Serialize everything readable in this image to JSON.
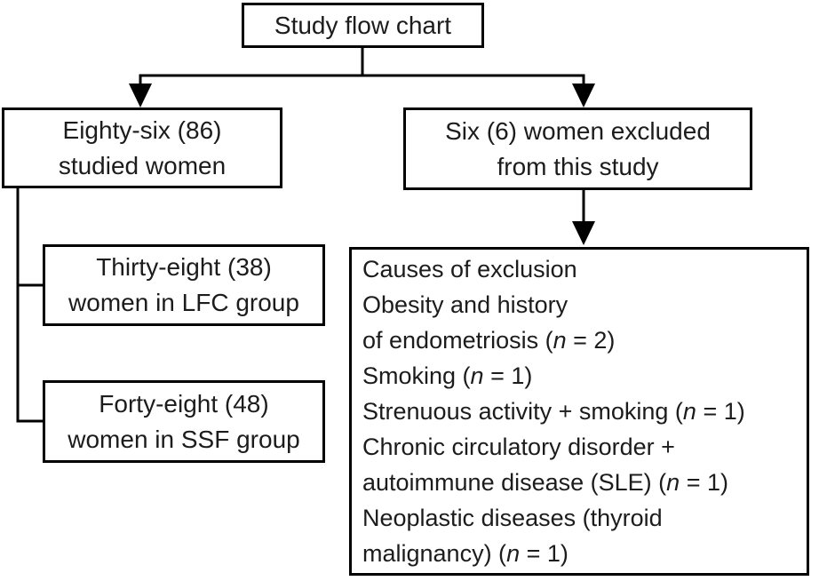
{
  "diagram": {
    "background_color": "#ffffff",
    "line_color": "#000000",
    "text_color": "#1c1c1c"
  },
  "nodes": {
    "title": {
      "text": "Study flow chart"
    },
    "studied": {
      "lines": [
        "Eighty-six (86)",
        "studied women"
      ]
    },
    "excluded": {
      "lines": [
        "Six (6) women excluded",
        "from this study"
      ]
    },
    "lfc": {
      "lines": [
        "Thirty-eight (38)",
        "women in LFC group"
      ]
    },
    "ssf": {
      "lines": [
        "Forty-eight (48)",
        "women in SSF group"
      ]
    },
    "exclusion_causes": {
      "lines": [
        "Causes of exclusion",
        "Obesity and history",
        "of endometriosis (n = 2)",
        "Smoking (n = 1)",
        "Strenuous activity + smoking (n = 1)",
        "Chronic circulatory disorder +",
        "autoimmune disease (SLE) (n = 1)",
        "Neoplastic diseases (thyroid",
        "malignancy) (n = 1)"
      ]
    }
  }
}
